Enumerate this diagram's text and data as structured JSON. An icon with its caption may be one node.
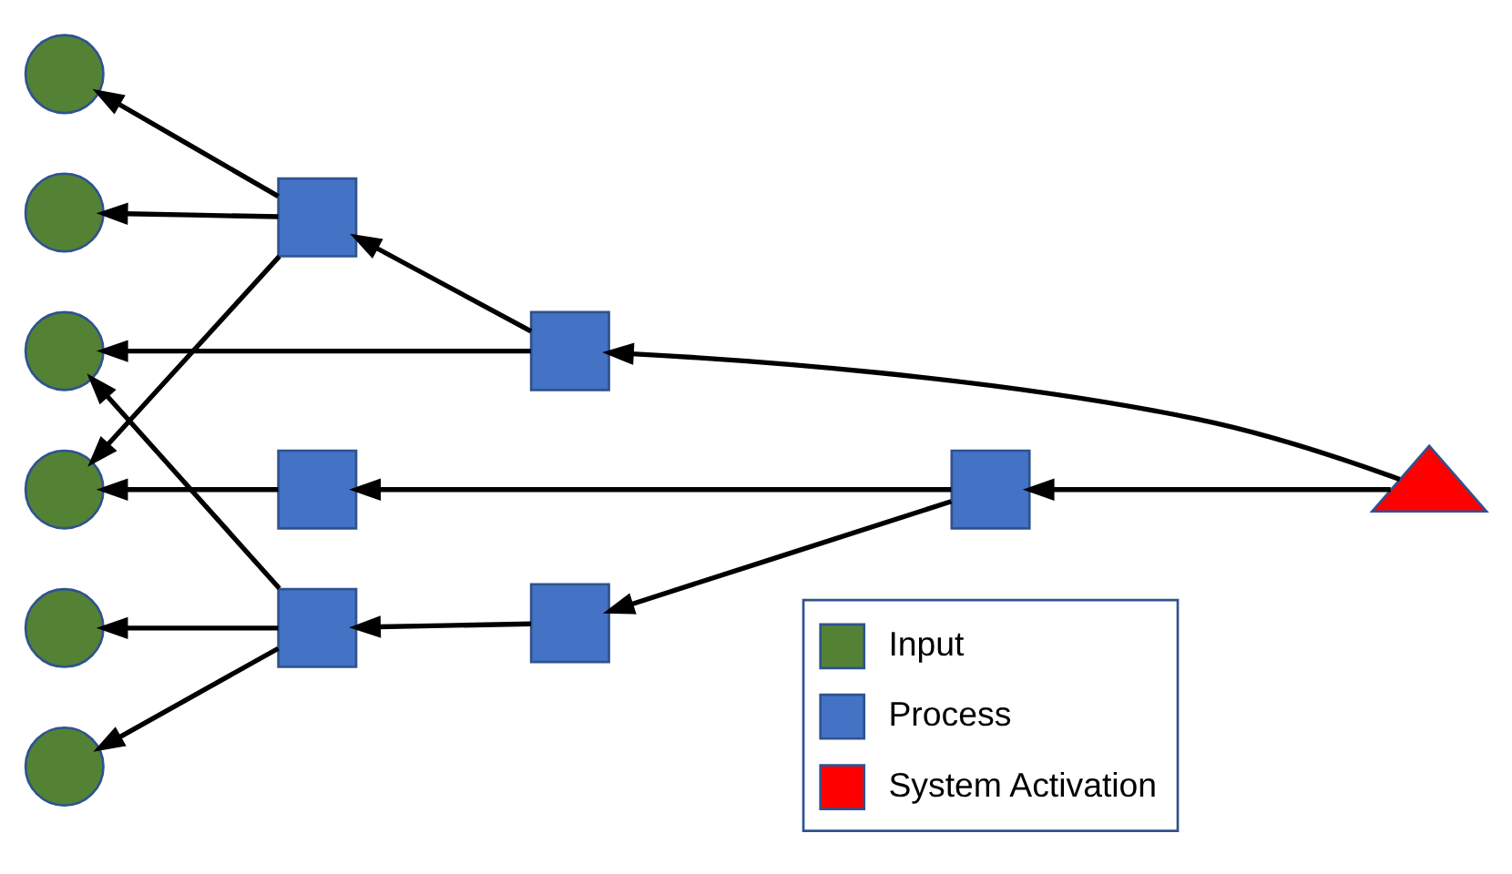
{
  "diagram": {
    "nodes": [
      {
        "text": [],
        "shape": "circle"
      },
      {
        "text": [],
        "shape": "circle"
      },
      {
        "text": [],
        "shape": "circle"
      },
      {
        "text": [],
        "shape": "circle"
      },
      {
        "text": [],
        "shape": "circle"
      },
      {
        "text": [],
        "shape": "circle"
      },
      {
        "text": [],
        "shape": "box"
      },
      {
        "text": [],
        "shape": "box"
      },
      {
        "text": [],
        "shape": "box"
      },
      {
        "text": [],
        "shape": "box"
      },
      {
        "text": [],
        "shape": "box"
      },
      {
        "text": [],
        "shape": "box"
      },
      {
        "text": [],
        "shape": "triangle"
      }
    ],
    "edges": [
      {
        "from": 6,
        "to": 0,
        "arrow": "to"
      },
      {
        "from": 6,
        "to": 1,
        "arrow": "to"
      },
      {
        "from": 6,
        "to": 3,
        "arrow": "to"
      },
      {
        "from": 7,
        "to": 6,
        "arrow": "to"
      },
      {
        "from": 7,
        "to": 2,
        "arrow": "to"
      },
      {
        "from": 12,
        "to": 7,
        "arrow": "to"
      },
      {
        "from": 12,
        "to": 9,
        "arrow": "to"
      },
      {
        "from": 9,
        "to": 8,
        "arrow": "to"
      },
      {
        "from": 8,
        "to": 3,
        "arrow": "to"
      },
      {
        "from": 9,
        "to": 11,
        "arrow": "to"
      },
      {
        "from": 11,
        "to": 10,
        "arrow": "to"
      },
      {
        "from": 10,
        "to": 4,
        "arrow": "to"
      },
      {
        "from": 10,
        "to": 5,
        "arrow": "to"
      },
      {
        "from": 10,
        "to": 2,
        "arrow": "to"
      }
    ],
    "legend": [
      {
        "text": "Input",
        "color": "#548235"
      },
      {
        "text": "Process",
        "color": "#4472c4"
      },
      {
        "text": "System Activation",
        "color": "#ff0000"
      }
    ]
  }
}
